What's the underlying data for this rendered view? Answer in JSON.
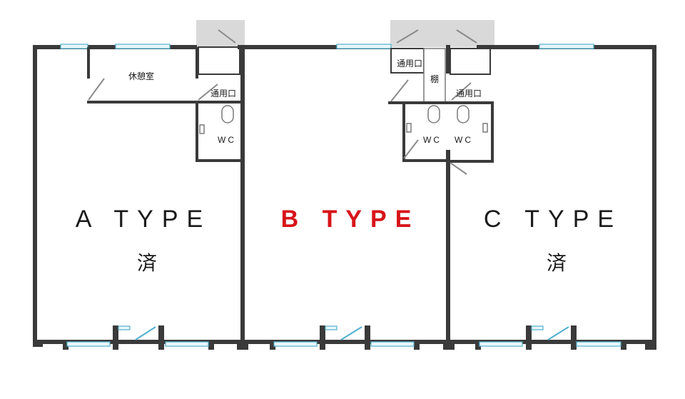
{
  "units": [
    {
      "name": "A TYPE",
      "status": "済",
      "color": "#1a1a1a"
    },
    {
      "name": "B TYPE",
      "status": "",
      "color": "#d7141a"
    },
    {
      "name": "C TYPE",
      "status": "済",
      "color": "#1a1a1a"
    }
  ],
  "rooms": {
    "rest_room": "休憩室",
    "corridor": "通用口",
    "toilet": "WC",
    "shelf": "棚"
  },
  "colors": {
    "wall": "#3a3a3a",
    "window": "#4fb0cf",
    "highlight": "#d7141a",
    "shade": "#d9d9d9"
  }
}
